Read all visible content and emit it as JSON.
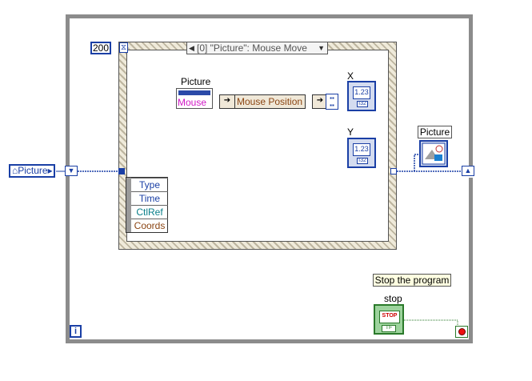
{
  "timeout_value": "200",
  "event_selector": {
    "text": "[0] \"Picture\": Mouse Move",
    "left_arrow": "◀",
    "right_arrow": "▼"
  },
  "picture_ref_label": "Picture",
  "picture_terminal": {
    "mouse_label": "Mouse"
  },
  "unbundle_label": "Mouse Position",
  "event_data": [
    "Type",
    "Time",
    "CtlRef",
    "Coords"
  ],
  "x_label": "X",
  "y_label": "Y",
  "numeric_display": "1.23",
  "numeric_foot": "I32",
  "picture_indicator_label": "Picture",
  "control_ref_terminal": "Picture",
  "tooltip": "Stop the program",
  "stop_label": "stop",
  "stop_button_text": "STOP",
  "stop_tf": "TF",
  "iteration_terminal": "i",
  "colors": {
    "loop_frame": "#8c8c8c",
    "refnum_wire": "#1a3fa5",
    "cluster_wire": "#8b4513",
    "boolean_wire": "#2a7a2a",
    "mouse_text": "#d11ac6"
  }
}
